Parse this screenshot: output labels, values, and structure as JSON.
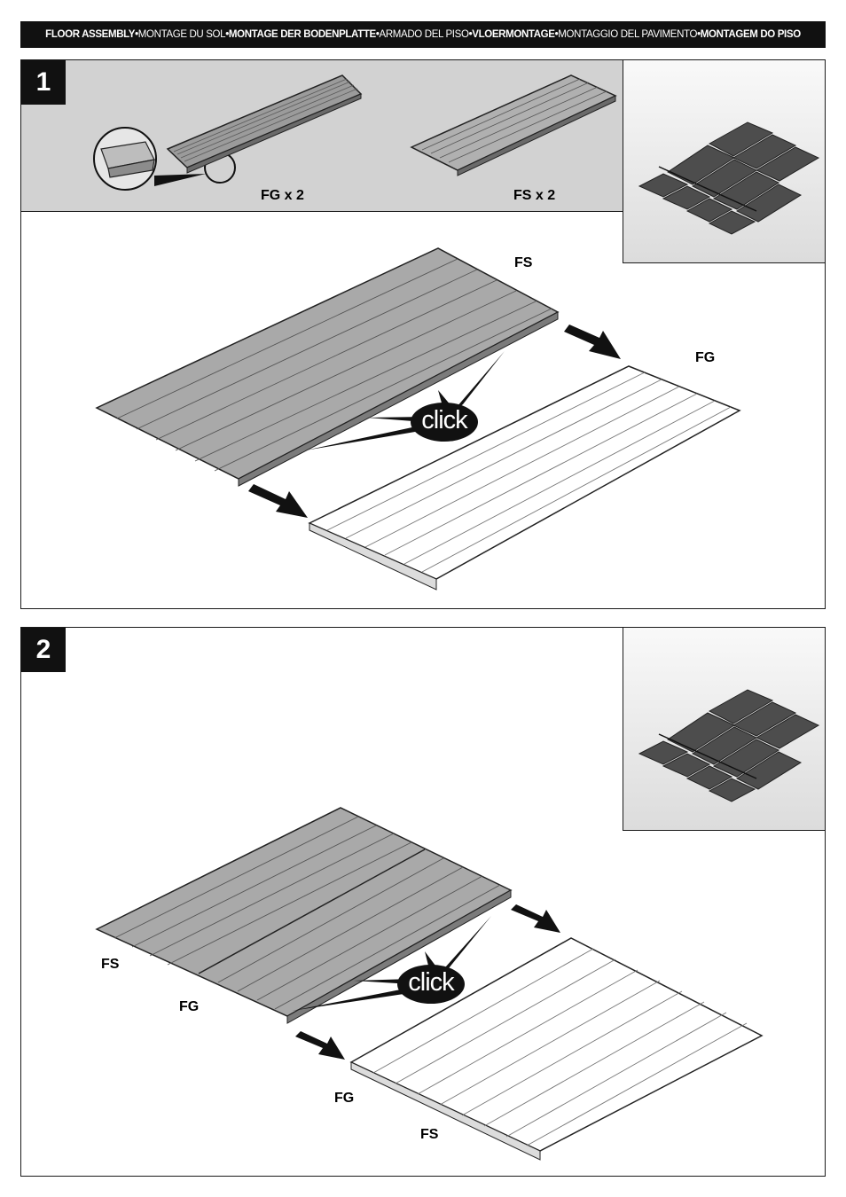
{
  "header": {
    "segments": [
      {
        "text": "FLOOR ASSEMBLY",
        "bold": true
      },
      {
        "text": " • ",
        "bold": true
      },
      {
        "text": "MONTAGE DU SOL",
        "bold": false
      },
      {
        "text": " • ",
        "bold": true
      },
      {
        "text": "MONTAGE DER BODENPLATTE",
        "bold": true
      },
      {
        "text": " • ",
        "bold": true
      },
      {
        "text": "ARMADO DEL PISO",
        "bold": false
      },
      {
        "text": " • ",
        "bold": true
      },
      {
        "text": "VLOERMONTAGE",
        "bold": true
      },
      {
        "text": " • ",
        "bold": true
      },
      {
        "text": "MONTAGGIO DEL PAVIMENTO",
        "bold": false
      },
      {
        "text": " • ",
        "bold": true
      },
      {
        "text": "MONTAGEM DO PISO",
        "bold": true
      }
    ]
  },
  "step1": {
    "number": "1",
    "parts": {
      "fg_qty": "FG x 2",
      "fs_qty": "FS x 2"
    },
    "labels": {
      "fs": "FS",
      "fg": "FG"
    },
    "click": "click"
  },
  "step2": {
    "number": "2",
    "labels": {
      "fs_top": "FS",
      "fg_top": "FG",
      "fg_bottom": "FG",
      "fs_bottom": "FS"
    },
    "click": "click"
  },
  "colors": {
    "dark": "#111111",
    "panel_gray": "#d2d2d2",
    "floor_gray": "#a9a9a9",
    "tile": "#4d4d4d"
  }
}
